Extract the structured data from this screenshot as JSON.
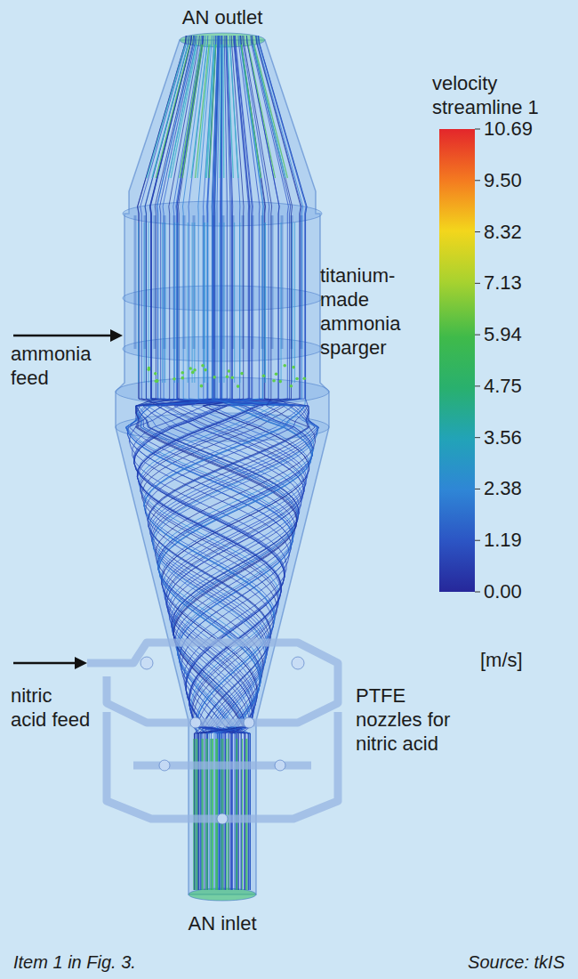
{
  "diagram": {
    "caption": "Item 1 in Fig. 3.",
    "labels": [
      "AN outlet",
      "velocity streamline 1",
      "titanium-made ammonia sparger",
      "ammonia feed",
      "10.69",
      "9.50",
      "8.32",
      "7.13",
      "5.94",
      "4.75",
      "3.56",
      "2.38",
      "1.19",
      "0.00",
      "nitric acid feed",
      "PTFE nozzles for nitric acid",
      "[m/s]",
      "AN inlet",
      "Source: tkIS"
    ]
  }
}
